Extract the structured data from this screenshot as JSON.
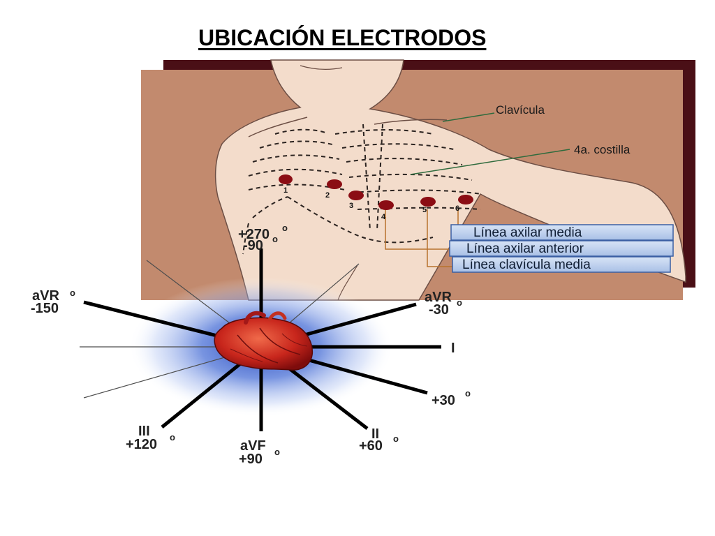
{
  "title": "UBICACIÓN ELECTRODOS",
  "anatomy": {
    "clavicula": "Clavícula",
    "costilla": "4a. costilla",
    "electrodes": [
      "1",
      "2",
      "3",
      "4",
      "5",
      "6"
    ]
  },
  "lines": {
    "axilar_media": "Línea axilar media",
    "axilar_anterior": "Línea axilar anterior",
    "clavicula_media": "Línea clavícula media"
  },
  "leads": {
    "top": {
      "angle": "+270",
      "alt": "-90"
    },
    "avr_left": {
      "name": "aVR",
      "angle": "-150"
    },
    "avr_right": {
      "name": "aVR",
      "angle": "-30"
    },
    "i": {
      "name": "I"
    },
    "plus30": {
      "angle": "+30"
    },
    "iii": {
      "name": "III",
      "angle": "+120"
    },
    "avf": {
      "name": "aVF",
      "angle": "+90"
    },
    "ii": {
      "name": "II",
      "angle": "+60"
    },
    "degree_symbol": "o"
  },
  "colors": {
    "skin": "#c28a6e",
    "background_panel": "#4a0f16",
    "electrode": "#8b0d14",
    "glow": "#2b52c9",
    "label_box": "#b6cdec",
    "label_box_border": "#3b5fa3"
  }
}
